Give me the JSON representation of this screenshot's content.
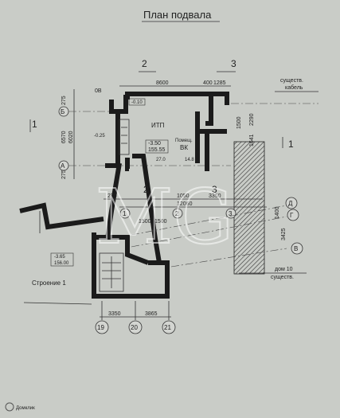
{
  "title": "План подвала",
  "sections": {
    "s2": "2",
    "s3": "3",
    "s1_left": "1",
    "s1_right": "1"
  },
  "top_dims": {
    "d1": "8600",
    "d2": "400",
    "d3": "1285"
  },
  "left_dims": {
    "v1": "275",
    "v2": "6570",
    "v3": "6020",
    "v4": "275"
  },
  "right_dims": {
    "r1": "1500",
    "r2": "2290",
    "r3": "1641"
  },
  "bottom_dims": {
    "b1": "275",
    "b2": "1050",
    "b3": "3350",
    "b4": "12060"
  },
  "mid_dims": {
    "m1": "1500",
    "m2": "1500"
  },
  "vert_right_dims": {
    "vr1": "1400",
    "vr2": "3425"
  },
  "bottom_axis_dims": {
    "ba1": "3350",
    "ba2": "3865"
  },
  "axes": {
    "B_top": "Б",
    "A": "А",
    "D": "Д",
    "G": "Г",
    "V": "В",
    "n1": "1",
    "n2": "2",
    "n3": "3",
    "n19": "19",
    "n20": "20",
    "n21": "21"
  },
  "annotations": {
    "ov": "0В",
    "cable_line1": "существ.",
    "cable_line2": "кабель",
    "house_line1": "дом 10",
    "house_line2": "существ.",
    "elev_top": "-0.10",
    "elev_stair": "-0.25",
    "elev_room": "-3.50",
    "area_room": "155.55",
    "room_vent": "Помещ.",
    "room_vk": "ВК",
    "itp": "ИТП",
    "area_27": "27.0",
    "area_148": "14.8",
    "elev_lower": "-3.65",
    "area_lower": "156.00",
    "building_label": "Строение 1"
  },
  "watermark": "MG",
  "footer_brand": "Домклик"
}
